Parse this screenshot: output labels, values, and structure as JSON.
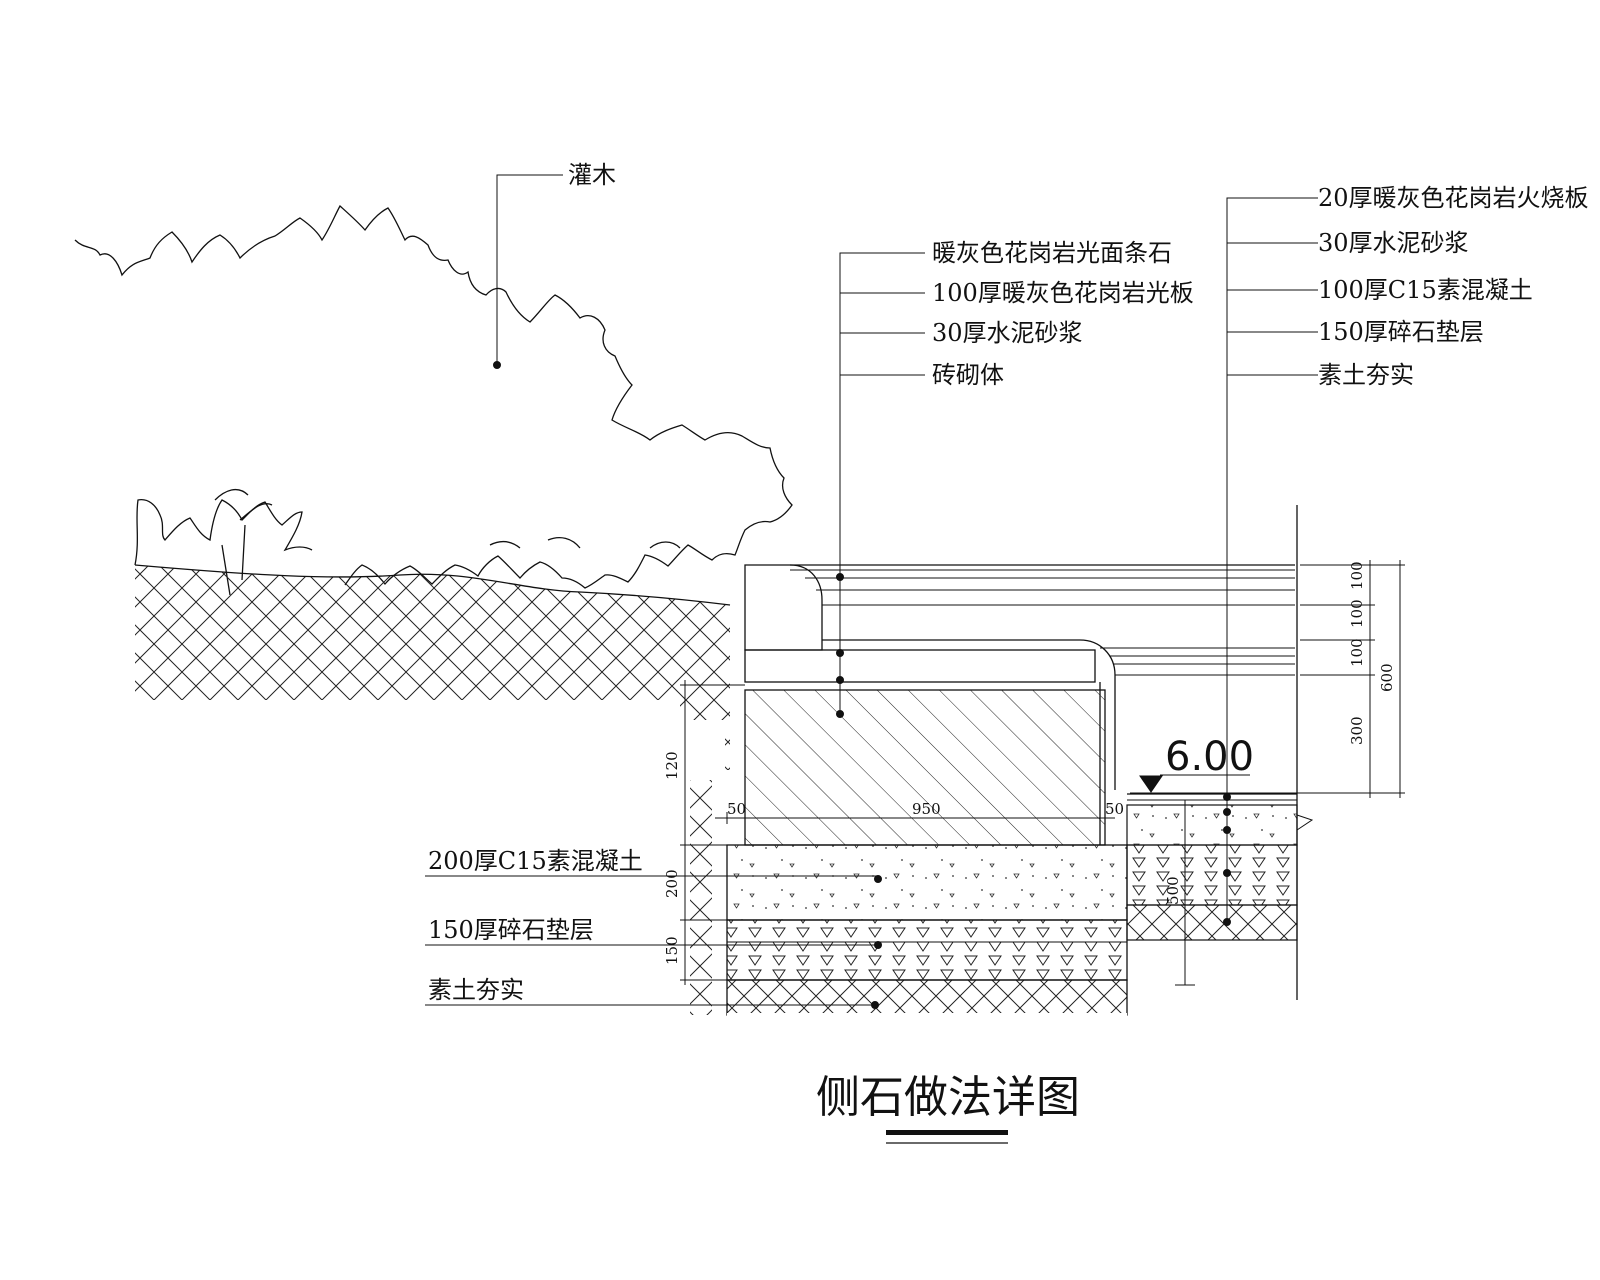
{
  "title": "侧石做法详图",
  "labels": {
    "shrub": "灌木",
    "curb": [
      "暖灰色花岗岩光面条石",
      "100厚暖灰色花岗岩光板",
      "30厚水泥砂浆",
      "砖砌体"
    ],
    "paving": [
      "20厚暖灰色花岗岩火烧板",
      "30厚水泥砂浆",
      "100厚C15素混凝土",
      "150厚碎石垫层",
      "素土夯实"
    ],
    "foundation": [
      "200厚C15素混凝土",
      "150厚碎石垫层",
      "素土夯实"
    ]
  },
  "dimensions": {
    "right": [
      "100",
      "100",
      "100",
      "300",
      "600"
    ],
    "left": [
      "120",
      "200",
      "150"
    ],
    "bottom": [
      "50",
      "950",
      "50"
    ],
    "depth": "500"
  },
  "elevation": "6.00"
}
